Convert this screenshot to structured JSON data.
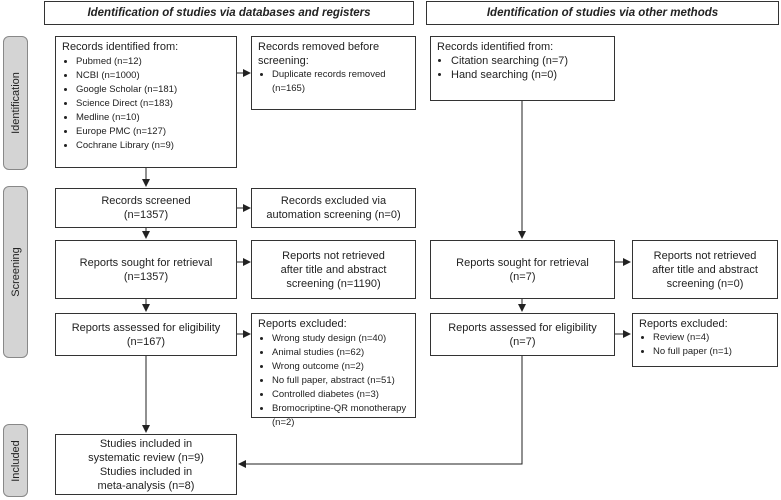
{
  "headers": {
    "databases": "Identification of studies via databases and registers",
    "other": "Identification of studies via other methods"
  },
  "phases": {
    "identification": "Identification",
    "screening": "Screening",
    "included": "Included"
  },
  "db": {
    "records_identified": {
      "title": "Records identified from:",
      "items": [
        "Pubmed (n=12)",
        "NCBI (n=1000)",
        "Google Scholar (n=181)",
        "Science Direct (n=183)",
        "Medline (n=10)",
        "Europe PMC (n=127)",
        "Cochrane Library (n=9)"
      ]
    },
    "records_removed": {
      "title_line1": "Records removed before",
      "title_line2": "screening:",
      "items": [
        "Duplicate records removed (n=165)"
      ]
    },
    "records_screened": {
      "line1": "Records screened",
      "line2": "(n=1357)"
    },
    "records_excluded": {
      "line1": "Records excluded via",
      "line2": "automation screening (n=0)"
    },
    "reports_sought": {
      "line1": "Reports sought for retrieval",
      "line2": "(n=1357)"
    },
    "reports_not_retrieved": {
      "line1": "Reports not retrieved",
      "line2": "after title and abstract",
      "line3": "screening (n=1190)"
    },
    "reports_assessed": {
      "line1": "Reports assessed for eligibility",
      "line2": "(n=167)"
    },
    "reports_excluded": {
      "title": "Reports excluded:",
      "items": [
        "Wrong study design (n=40)",
        "Animal studies (n=62)",
        "Wrong outcome (n=2)",
        "No full paper, abstract (n=51)",
        "Controlled diabetes (n=3)",
        "Bromocriptine-QR monotherapy (n=2)"
      ]
    },
    "included": {
      "line1": "Studies included in",
      "line2": "systematic review (n=9)",
      "line3": "Studies included in",
      "line4": "meta-analysis (n=8)"
    }
  },
  "other": {
    "records_identified": {
      "title": "Records identified from:",
      "items": [
        "Citation searching (n=7)",
        "Hand searching (n=0)"
      ]
    },
    "reports_sought": {
      "line1": "Reports sought for retrieval",
      "line2": "(n=7)"
    },
    "reports_not_retrieved": {
      "line1": "Reports not retrieved",
      "line2": "after title and abstract",
      "line3": "screening (n=0)"
    },
    "reports_assessed": {
      "line1": "Reports assessed for eligibility",
      "line2": "(n=7)"
    },
    "reports_excluded": {
      "title": "Reports excluded:",
      "items": [
        "Review (n=4)",
        "No full paper (n=1)"
      ]
    }
  }
}
